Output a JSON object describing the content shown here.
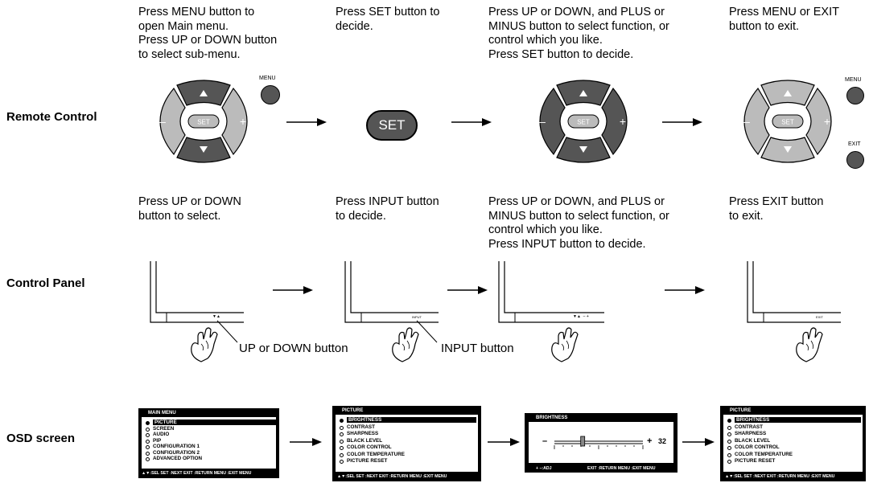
{
  "rows": {
    "remote_label": "Remote Control",
    "panel_label": "Control Panel",
    "osd_label": "OSD screen"
  },
  "remote": {
    "step1": "Press MENU button to\nopen Main menu.\nPress UP or DOWN button\nto select sub-menu.",
    "step2": "Press SET button to\ndecide.",
    "step3": "Press UP or DOWN, and PLUS or\nMINUS button to select function, or\ncontrol which you like.\nPress SET button to decide.",
    "step4": "Press MENU or EXIT\nbutton to exit.",
    "menu_label": "MENU",
    "exit_label": "EXIT",
    "set_label": "SET",
    "minus": "–",
    "plus": "+"
  },
  "panel": {
    "step1": "Press UP or DOWN\nbutton to select.",
    "step2": "Press INPUT button\nto decide.",
    "step3": "Press UP or DOWN, and PLUS or\nMINUS button to select function, or\ncontrol which you like.\nPress INPUT button to decide.",
    "step4": "Press EXIT button\nto exit.",
    "updown_callout": "UP or DOWN button",
    "input_callout": "INPUT button",
    "input_small": "INPUT",
    "exit_small": "EXIT",
    "arrows_small": "▼▲",
    "arrows_pm_small": "▼▲  – +"
  },
  "osd": {
    "main_menu": {
      "title": "MAIN MENU",
      "items": [
        "PICTURE",
        "SCREEN",
        "AUDIO",
        "PIP",
        "CONFIGURATION 1",
        "CONFIGURATION 2",
        "ADVANCED OPTION"
      ],
      "footer": "▲▼:SEL SET :NEXT EXIT :RETURN MENU :EXIT MENU"
    },
    "picture_menu": {
      "title": "PICTURE",
      "items": [
        "BRIGHTNESS",
        "CONTRAST",
        "SHARPNESS",
        "BLACK LEVEL",
        "COLOR CONTROL",
        "COLOR TEMPERATURE",
        "PICTURE RESET"
      ],
      "footer": "▲▼:SEL SET :NEXT EXIT :RETURN MENU :EXIT MENU"
    },
    "brightness": {
      "title": "BRIGHTNESS",
      "value": "32",
      "minus": "–",
      "plus": "+",
      "footer_left": "+ –:ADJ",
      "footer_right": "EXIT :RETURN MENU :EXIT MENU",
      "level": 0.32
    }
  }
}
